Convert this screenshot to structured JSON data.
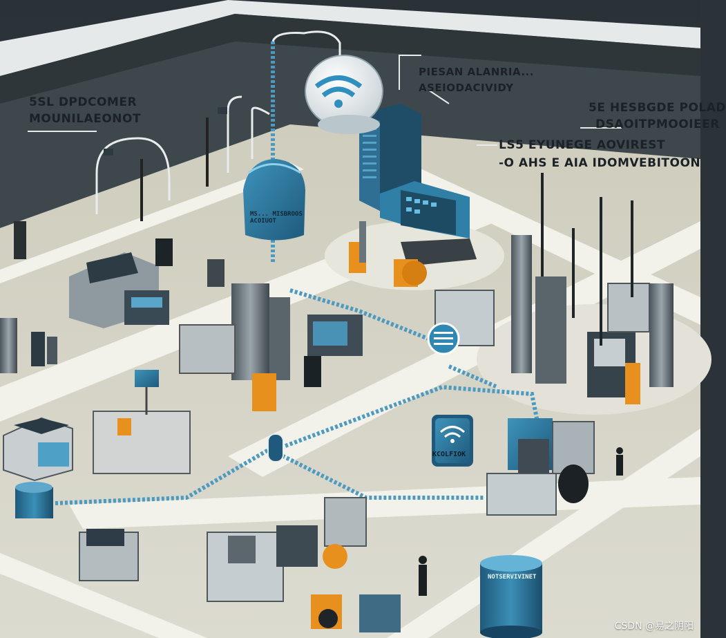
{
  "labels": {
    "top_left_1": "5SL DPDCOMER",
    "top_left_2": "MOUNILAEONOT",
    "top_center_1": "PIESAN ALANRIA...",
    "top_center_2": "ASEIODACIVIDY",
    "top_right_1": "5E HESBGDE POLAD",
    "top_right_2": "DSAOITPMOOIEER",
    "mid_right_1": "LS5 EYUNEGE AOVIREST",
    "mid_right_2": "-O AHS E AIA IDOMVEBITOON"
  },
  "signs": {
    "left_dome": "MS... MISBROOS ACOIUOT",
    "wifi_sign": "KCOLFIOK",
    "tank_label": "NOTSERVIVINET"
  },
  "watermark": "CSDN @易之阴阳",
  "colors": {
    "floor": "#d8d6c8",
    "road": "#f1f0ea",
    "accent_blue": "#2f7fa6",
    "orange": "#e8901e",
    "frame": "#e9ecec",
    "backdrop": "#2b3338"
  },
  "icons": [
    "wifi-icon",
    "menu-icon",
    "satellite-dome-icon"
  ]
}
